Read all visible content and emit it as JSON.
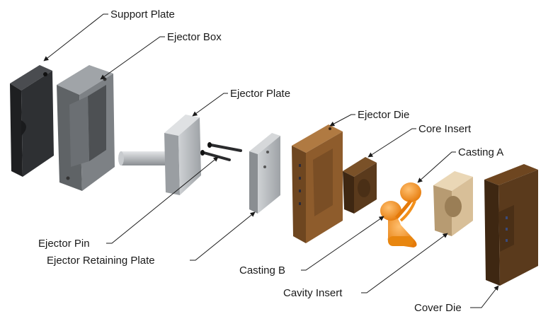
{
  "diagram": {
    "labels": {
      "support_plate": "Support Plate",
      "ejector_box": "Ejector Box",
      "ejector_plate": "Ejector Plate",
      "ejector_die": "Ejector Die",
      "core_insert": "Core Insert",
      "casting_a": "Casting A",
      "ejector_pin": "Ejector Pin",
      "ejector_retaining_plate": "Ejector Retaining Plate",
      "casting_b": "Casting B",
      "cavity_insert": "Cavity Insert",
      "cover_die": "Cover Die"
    },
    "colors": {
      "dark_steel": "#2e3033",
      "steel": "#8f9397",
      "plate": "#b9bcbf",
      "bronze": "#8a5a2b",
      "dark_bronze": "#5a3a1c",
      "casting": "#f2901a",
      "cavity_insert": "#d8bf98"
    }
  }
}
